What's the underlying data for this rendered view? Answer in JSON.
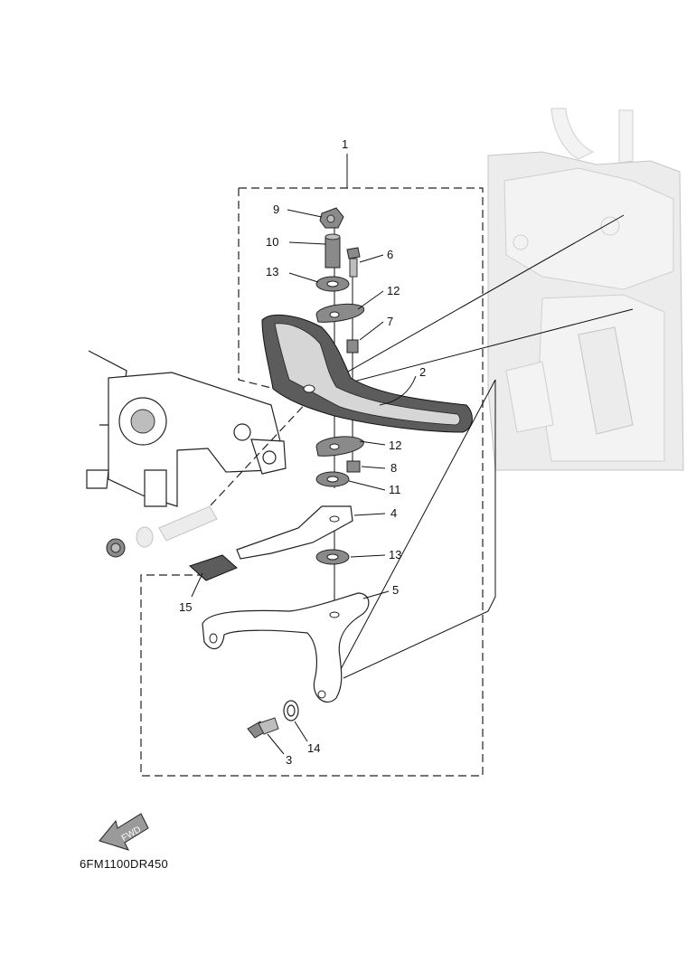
{
  "callouts": [
    {
      "id": "1",
      "text": "1"
    },
    {
      "id": "2",
      "text": "2"
    },
    {
      "id": "3",
      "text": "3"
    },
    {
      "id": "4",
      "text": "4"
    },
    {
      "id": "5",
      "text": "5"
    },
    {
      "id": "6",
      "text": "6"
    },
    {
      "id": "7",
      "text": "7"
    },
    {
      "id": "8",
      "text": "8"
    },
    {
      "id": "9",
      "text": "9"
    },
    {
      "id": "10",
      "text": "10"
    },
    {
      "id": "11",
      "text": "11"
    },
    {
      "id": "12a",
      "text": "12"
    },
    {
      "id": "12b",
      "text": "12"
    },
    {
      "id": "13a",
      "text": "13"
    },
    {
      "id": "13b",
      "text": "13"
    },
    {
      "id": "14",
      "text": "14"
    },
    {
      "id": "15",
      "text": "15"
    }
  ],
  "fwd_label": "FWD",
  "diagram_ref": "6FM1100DR450"
}
